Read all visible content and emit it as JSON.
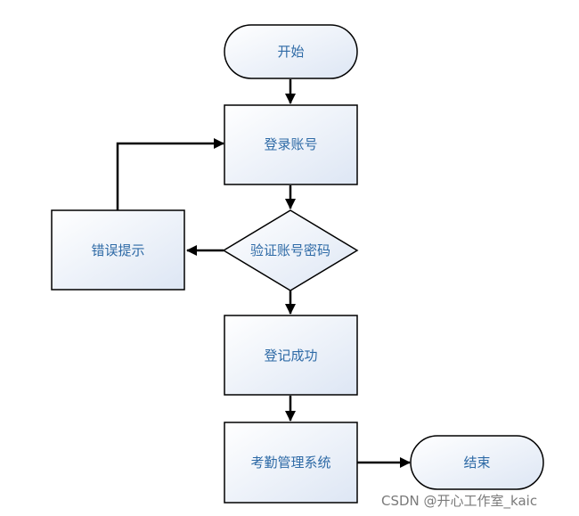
{
  "flowchart": {
    "nodes": {
      "start": "开始",
      "login": "登录账号",
      "verify": "验证账号密码",
      "error": "错误提示",
      "success": "登记成功",
      "system": "考勤管理系统",
      "end": "结束"
    },
    "colors": {
      "stroke": "#000000",
      "text": "#2e6aa6",
      "fill_light": "#ffffff",
      "fill_dark": "#dde6f4"
    }
  },
  "watermark": "CSDN @开心工作室_kaic"
}
